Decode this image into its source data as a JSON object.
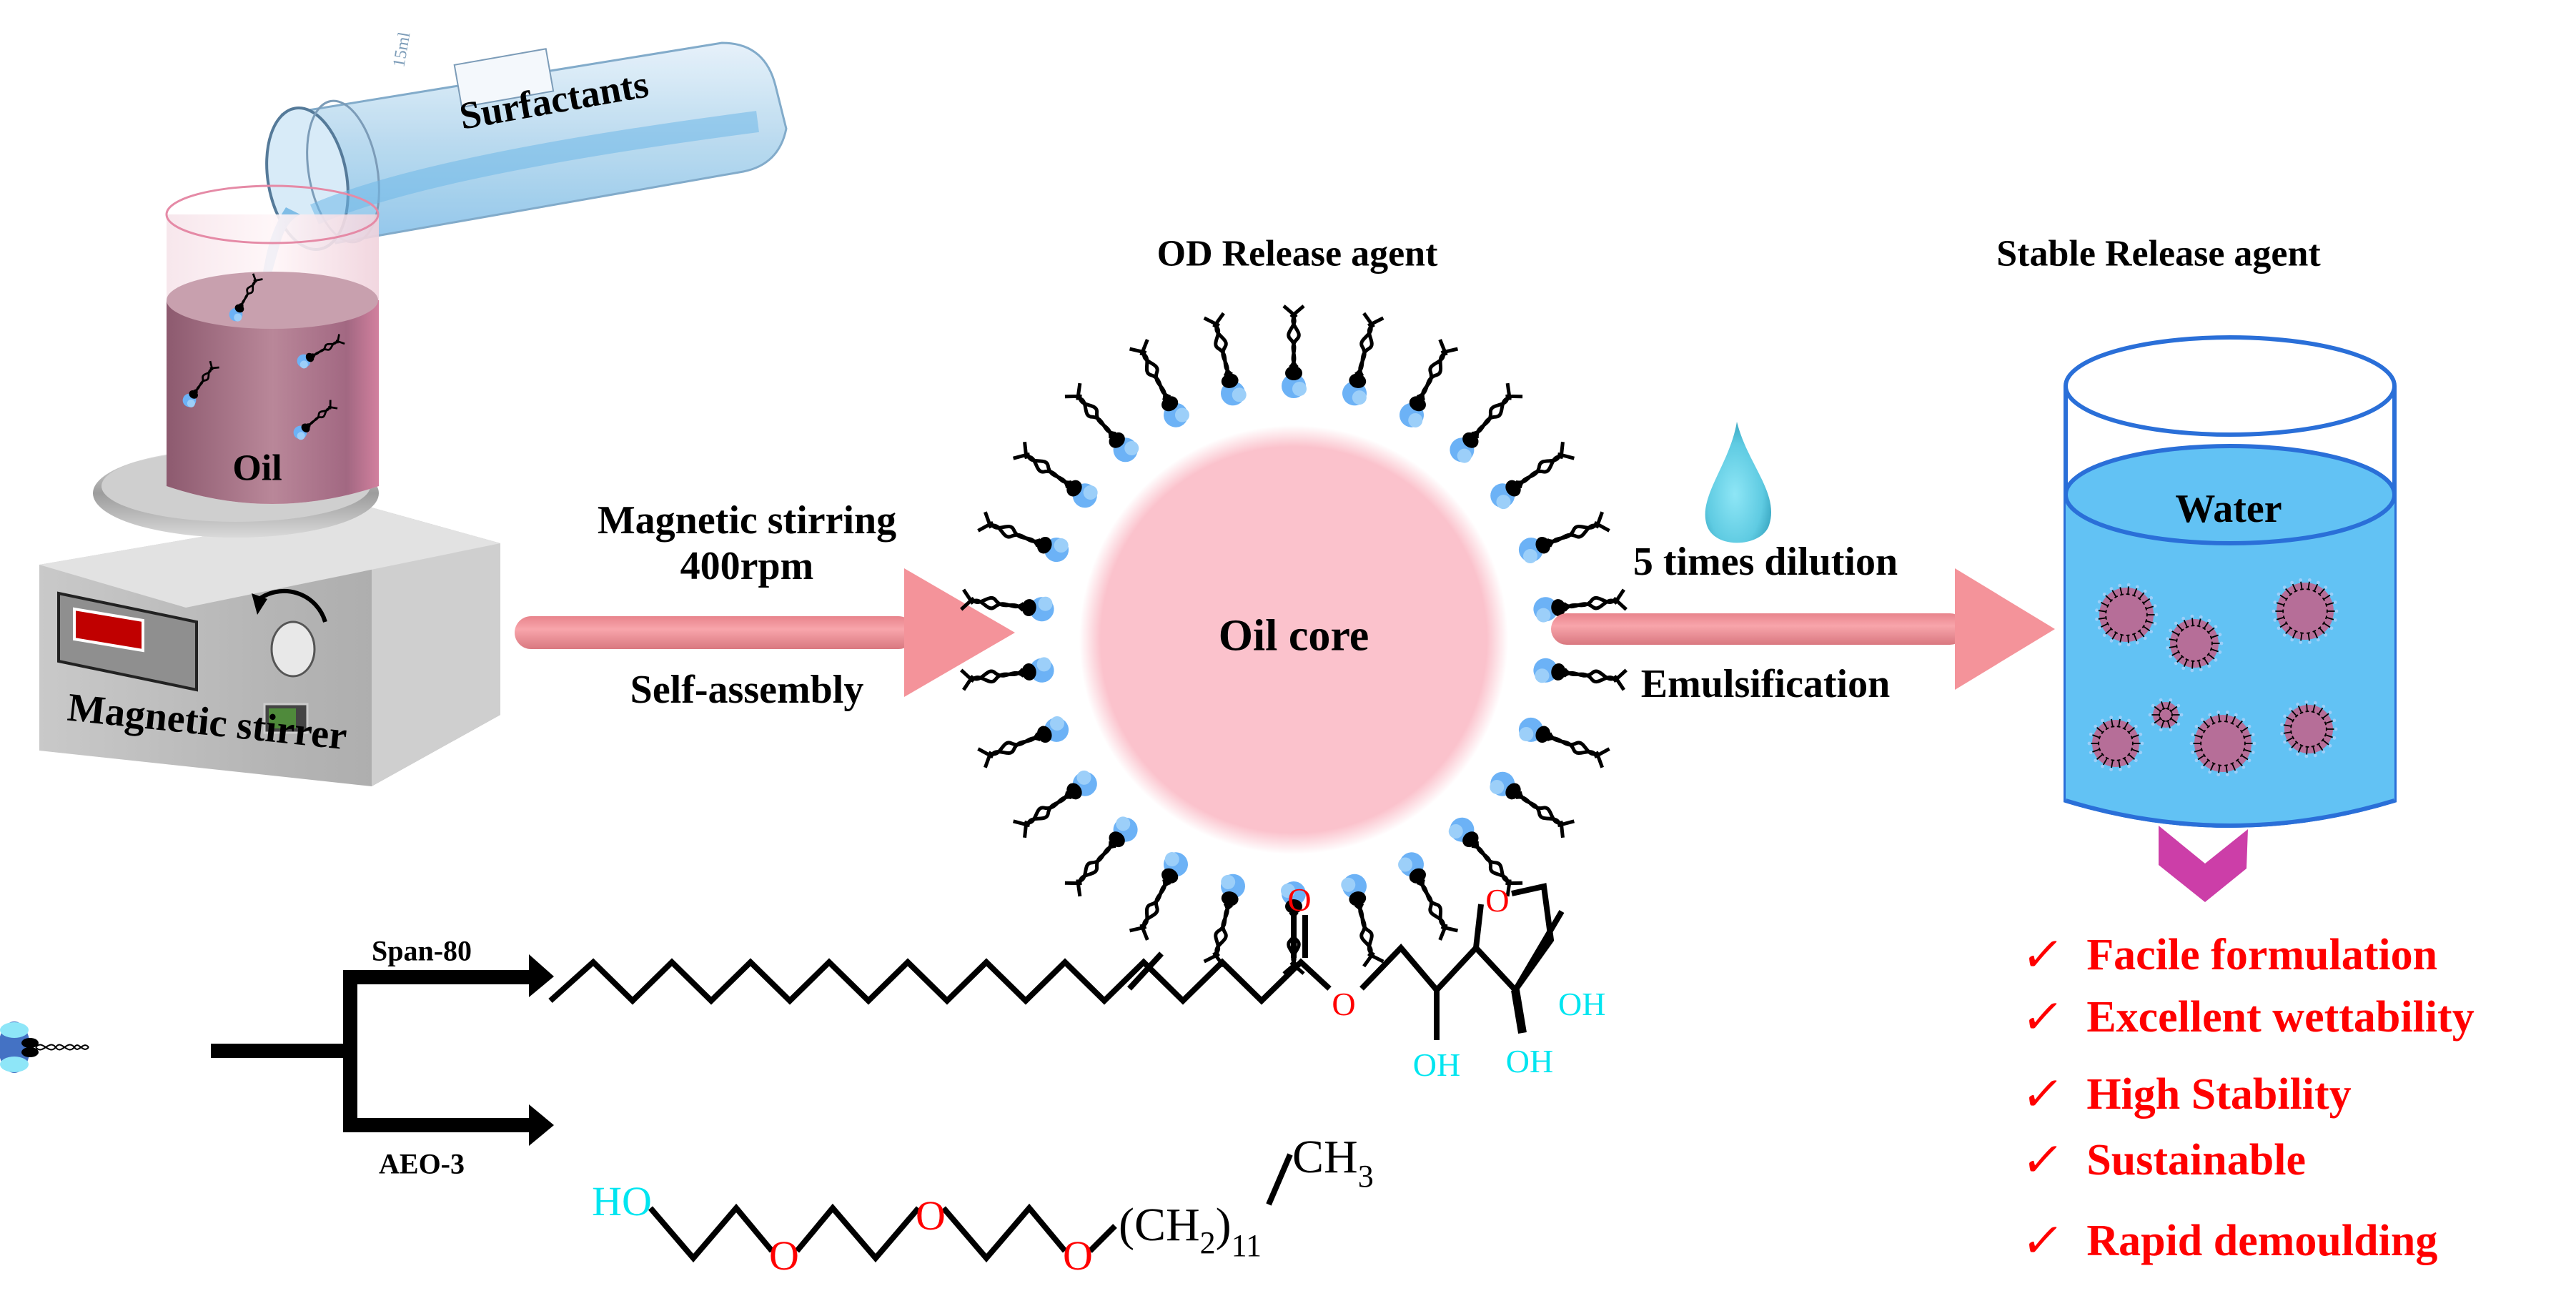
{
  "figure": {
    "stage1": {
      "tube_label": "Surfactants",
      "tube_volume_mark": "15ml",
      "beaker_liquid": "Oil",
      "device_label": "Magnetic stirrer"
    },
    "step1": {
      "line1": "Magnetic stirring",
      "line2": "400rpm",
      "below": "Self-assembly"
    },
    "stage2": {
      "title": "OD Release agent",
      "core_label": "Oil core"
    },
    "step2": {
      "above": "5 times dilution",
      "below": "Emulsification"
    },
    "stage3": {
      "title": "Stable Release agent",
      "liquid_label": "Water"
    },
    "benefits": [
      "Facile formulation",
      "Excellent wettability",
      "High Stability",
      "Sustainable",
      "Rapid demoulding"
    ],
    "check_glyph": "✓",
    "surfactants": {
      "branch_top_label": "Span-80",
      "branch_bottom_label": "AEO-3",
      "span80_atoms": {
        "carbonyl_o": "O",
        "ester_o": "O",
        "ring_o": "O",
        "oh1": "OH",
        "oh2": "OH",
        "oh3": "OH"
      },
      "aeo3_atoms": {
        "ho": "HO",
        "o1": "O",
        "o2": "O",
        "o3": "O",
        "ch2_group": "(CH",
        "ch2_sub": "2",
        "ch2_close": ")",
        "repeat": "11",
        "ch3": "CH",
        "ch3_sub": "3"
      }
    },
    "colors": {
      "arrow": "#f4939a",
      "oil_core": "#fbc2cc",
      "water": "#62c2f4",
      "water_outline": "#2a6fd8",
      "micelle": "#b66e98",
      "chevron": "#cc3ea8",
      "benefit_text": "#ff0000",
      "hydroxyl": "#00e5f0",
      "oxygen": "#ff0000",
      "head_blue": "#6cb2f6",
      "beaker_oil": "#a26882"
    }
  }
}
